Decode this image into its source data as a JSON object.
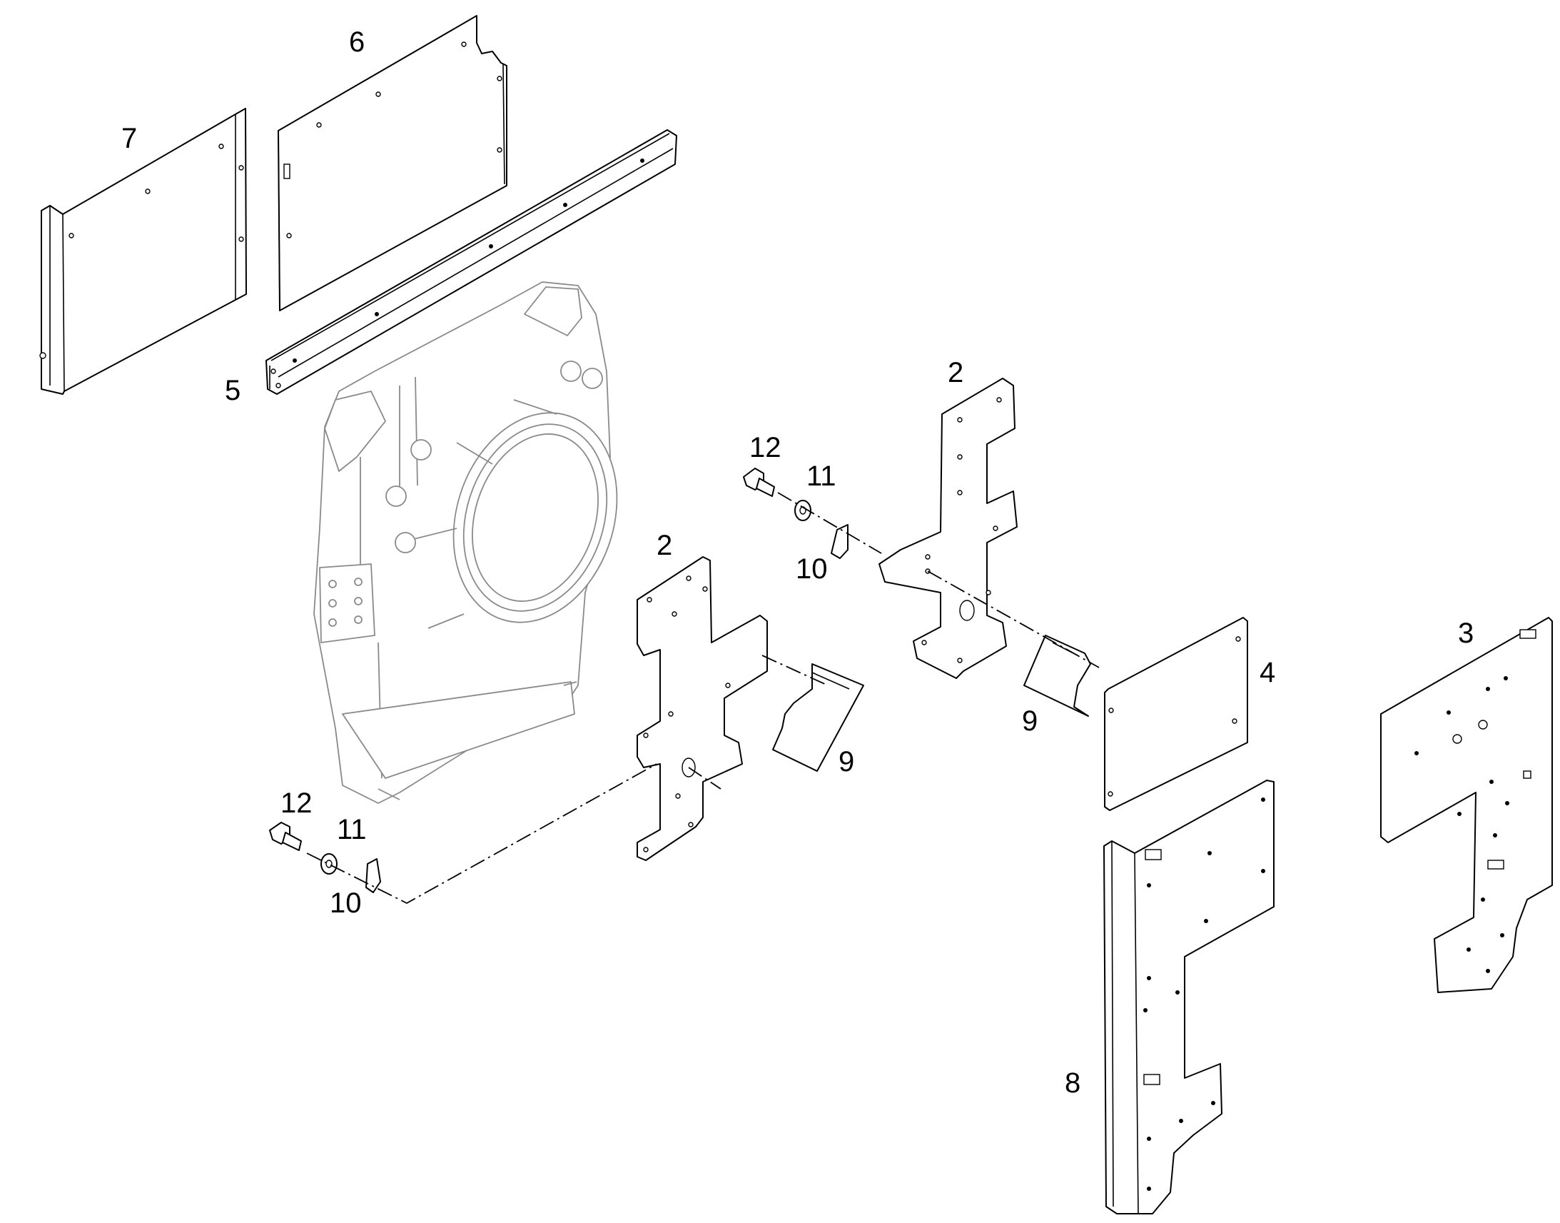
{
  "diagram": {
    "callouts": [
      {
        "id": "c7",
        "text": "7"
      },
      {
        "id": "c6",
        "text": "6"
      },
      {
        "id": "c5",
        "text": "5"
      },
      {
        "id": "c2a",
        "text": "2"
      },
      {
        "id": "c2b",
        "text": "2"
      },
      {
        "id": "c12a",
        "text": "12"
      },
      {
        "id": "c11a",
        "text": "11"
      },
      {
        "id": "c10a",
        "text": "10"
      },
      {
        "id": "c9a",
        "text": "9"
      },
      {
        "id": "c9b",
        "text": "9"
      },
      {
        "id": "c4",
        "text": "4"
      },
      {
        "id": "c3",
        "text": "3"
      },
      {
        "id": "c12b",
        "text": "12"
      },
      {
        "id": "c11b",
        "text": "11"
      },
      {
        "id": "c10b",
        "text": "10"
      },
      {
        "id": "c8",
        "text": "8"
      }
    ]
  }
}
